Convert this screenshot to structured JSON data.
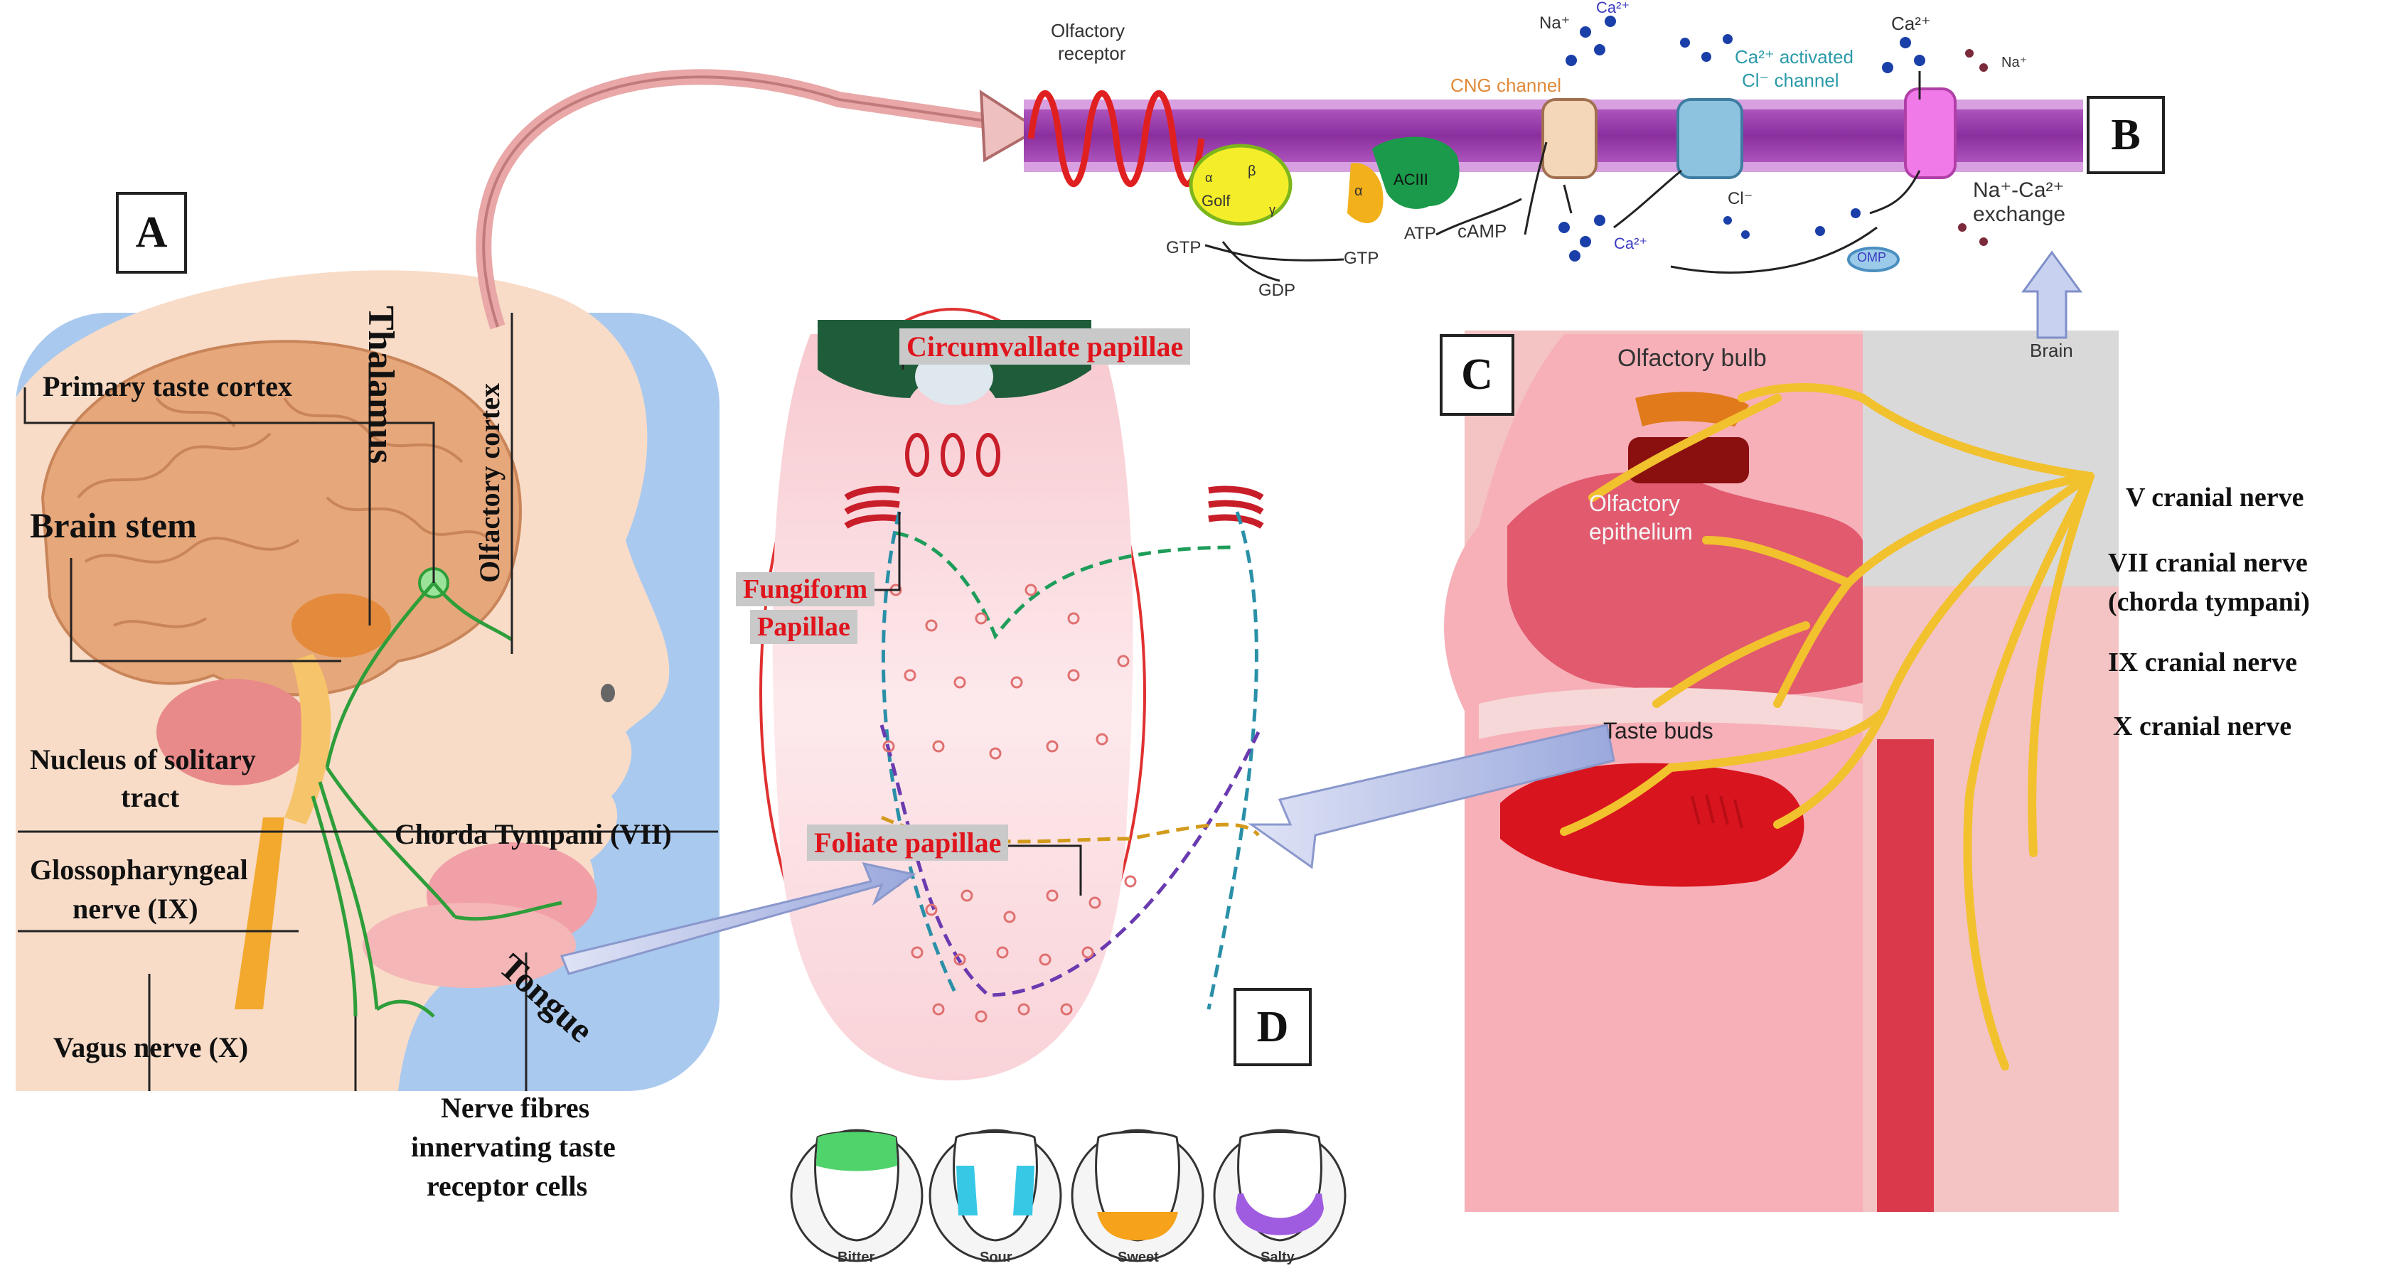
{
  "panels": {
    "a": "A",
    "b": "B",
    "c": "C",
    "d": "D"
  },
  "panel_a": {
    "primary_taste_cortex": "Primary taste cortex",
    "thalamus": "Thalamus",
    "olfactory_cortex": "Olfactory cortex",
    "brain_stem": "Brain stem",
    "nucleus_line1": "Nucleus of solitary",
    "nucleus_line2": "tract",
    "chorda_tympani": "Chorda Tympani (VII)",
    "glosso_line1": "Glossopharyngeal",
    "glosso_line2": "nerve (IX)",
    "vagus": "Vagus  nerve (X)",
    "tongue": "Tongue",
    "fibres_line1": "Nerve fibres",
    "fibres_line2": "innervating taste",
    "fibres_line3": "receptor cells"
  },
  "panel_b": {
    "olfactory_receptor_1": "Olfactory",
    "olfactory_receptor_2": "receptor",
    "na": "Na⁺",
    "ca_top": "Ca²⁺",
    "cng": "CNG channel",
    "ca_activated_1": "Ca²⁺ activated",
    "ca_activated_2": "Cl⁻ channel",
    "ca_right": "Ca²⁺",
    "na_right": "Na⁺",
    "alpha1": "α",
    "beta": "β",
    "golf": "Golf",
    "gamma": "γ",
    "alpha2": "α",
    "aciii": "ACIII",
    "gtp1": "GTP",
    "gdp": "GDP",
    "gtp2": "GTP",
    "atp": "ATP",
    "camp": "cAMP",
    "ca_mid": "Ca²⁺",
    "cl": "Cl⁻",
    "omp": "OMP",
    "exchange_1": "Na⁺-Ca²⁺",
    "exchange_2": "exchange"
  },
  "panel_c": {
    "brain": "Brain",
    "olfactory_bulb": "Olfactory bulb",
    "olf_epi_1": "Olfactory",
    "olf_epi_2": "epithelium",
    "taste_buds": "Taste buds",
    "v_nerve": "V cranial nerve",
    "vii_nerve_1": "VII cranial nerve",
    "vii_nerve_2": "(chorda tympani)",
    "ix_nerve": "IX cranial nerve",
    "x_nerve": "X cranial nerve"
  },
  "panel_d": {
    "circumvallate": "Circumvallate papillae",
    "fungiform_1": "Fungiform",
    "fungiform_2": "Papillae",
    "foliate": "Foliate papillae",
    "tastes": [
      "Bitter",
      "Sour",
      "Sweet",
      "Salty"
    ]
  },
  "colors": {
    "nerve_yellow": "#f2c12e",
    "nerve_green": "#2e9e3a",
    "label_red": "#e0141c",
    "membrane_purple": "#a23fb0",
    "bitter": "#4fd36a",
    "sour": "#37c8e6",
    "sweet": "#f6a21a",
    "salty": "#a05ce0"
  }
}
